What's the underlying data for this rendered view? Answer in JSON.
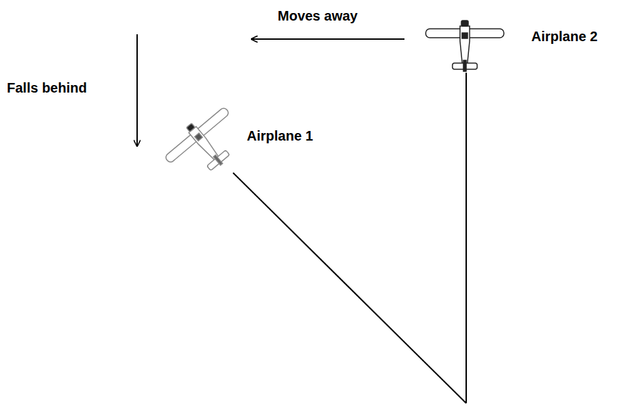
{
  "diagram": {
    "labels": [
      "Moves away",
      "Airplane 2",
      "Falls behind",
      "Airplane 1"
    ]
  }
}
